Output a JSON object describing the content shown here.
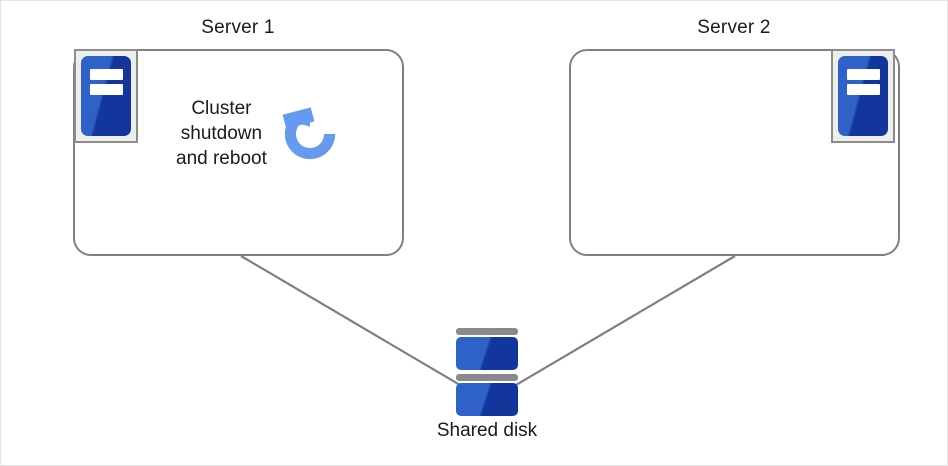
{
  "diagram": {
    "title": "Cluster shutdown and reboot diagram",
    "background_color": "#ffffff",
    "frame_border_color": "#e3e3e3",
    "line_color": "#808080",
    "accent_blue": "#2e62c8",
    "accent_blue_dark": "#12369c",
    "accent_blue_light": "#6699f0",
    "icon_frame_color": "#8c8c8c",
    "icon_frame_fill": "#ededed",
    "text_color": "#1a1a1a"
  },
  "nodes": {
    "server_1": {
      "title": "Server 1",
      "icon_name": "server-chassis-icon",
      "icon_position": "top-left",
      "annotation": {
        "text": "Cluster\nshutdown\nand reboot",
        "lines": [
          "Cluster",
          "shutdown",
          "and reboot"
        ],
        "icon_name": "reboot-circular-arrow-icon",
        "icon_color": "#6699f0"
      }
    },
    "server_2": {
      "title": "Server 2",
      "icon_name": "server-chassis-icon",
      "icon_position": "top-right",
      "annotation": null
    },
    "shared_disk": {
      "label": "Shared disk",
      "icon_name": "stacked-disk-icon",
      "unit_count": 2
    }
  },
  "connections": [
    {
      "from": "server_1",
      "to": "shared_disk",
      "style": "solid",
      "color": "#808080"
    },
    {
      "from": "server_2",
      "to": "shared_disk",
      "style": "solid",
      "color": "#808080"
    }
  ]
}
